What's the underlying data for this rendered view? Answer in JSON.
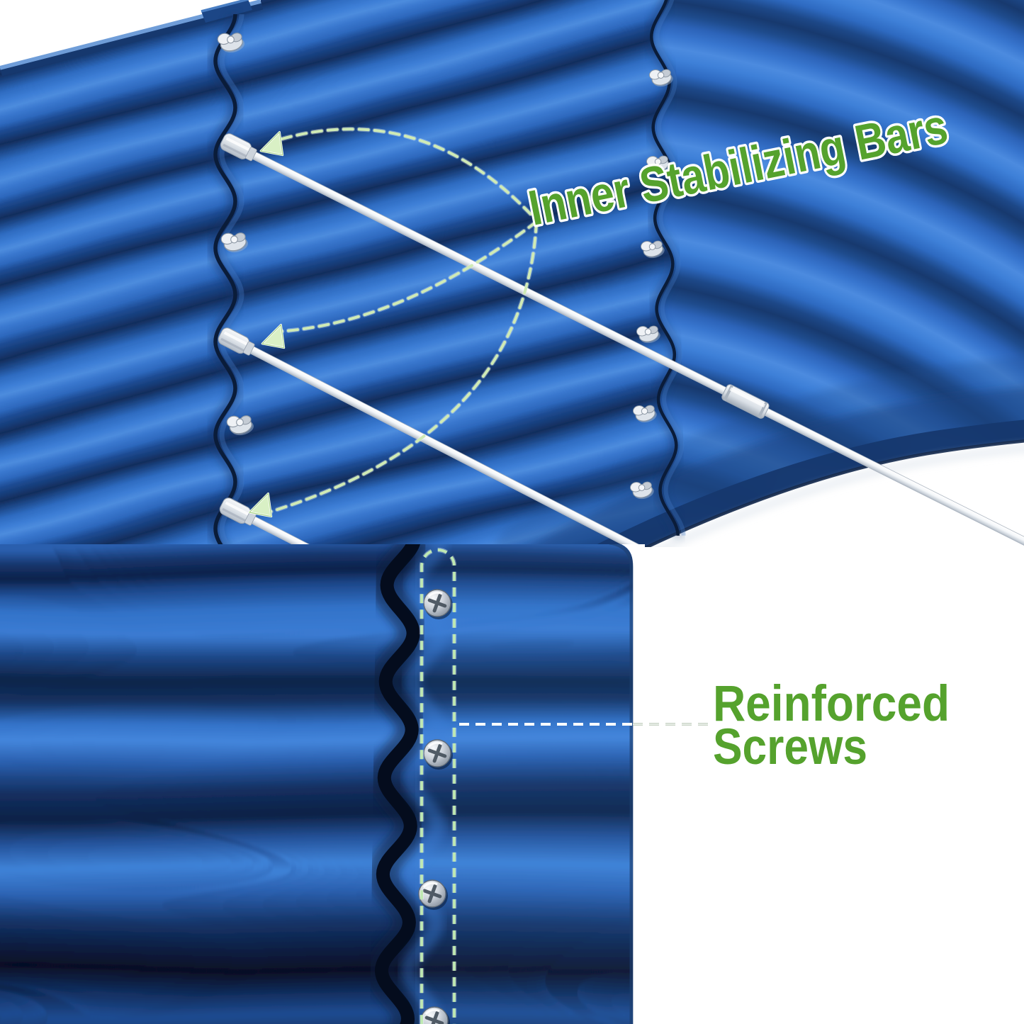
{
  "figure": {
    "title_label": "Inner Stabilizing Bars",
    "screws_label_line1": "Reinforced",
    "screws_label_line2": "Screws"
  },
  "colors": {
    "label_green": "#55a22d",
    "callout_dash_green": "#cfeab5",
    "stadium_dash_green": "#bfe9b2",
    "panel_blue_bright": "#3e80d8",
    "panel_blue_mid": "#2b63b8",
    "panel_blue_dark": "#122f61",
    "background": "#ffffff"
  }
}
